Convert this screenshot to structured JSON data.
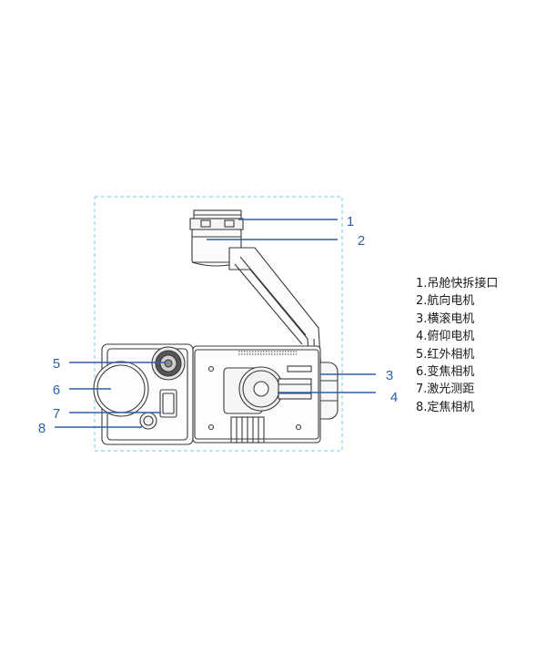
{
  "diagram": {
    "callouts": [
      {
        "id": "1",
        "label": "1"
      },
      {
        "id": "2",
        "label": "2"
      },
      {
        "id": "3",
        "label": "3"
      },
      {
        "id": "4",
        "label": "4"
      },
      {
        "id": "5",
        "label": "5"
      },
      {
        "id": "6",
        "label": "6"
      },
      {
        "id": "7",
        "label": "7"
      },
      {
        "id": "8",
        "label": "8"
      }
    ],
    "legend": [
      "1.吊舱快拆接口",
      "2.航向电机",
      "3.横滚电机",
      "4.俯仰电机",
      "5.红外相机",
      "6.变焦相机",
      "7.激光测距",
      "8.定焦相机"
    ],
    "colors": {
      "callout": "#2e5fa8",
      "outline": "#3a3a3a",
      "dashed_frame": "#8fd3ea"
    }
  }
}
